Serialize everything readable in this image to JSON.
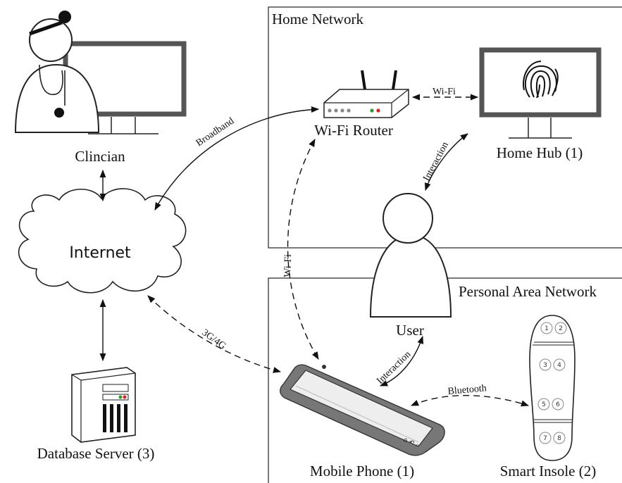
{
  "regions": {
    "home_network": "Home Network",
    "personal_area_network": "Personal Area Network"
  },
  "nodes": {
    "clinician": "Clincian",
    "internet": "Internet",
    "database_server": "Database Server (3)",
    "wifi_router": "Wi-Fi Router",
    "home_hub": "Home Hub (1)",
    "user": "User",
    "mobile_phone": "Mobile Phone (1)",
    "smart_insole": "Smart Insole (2)"
  },
  "edges": {
    "broadband": "Broadband",
    "router_hub": "Wi-Fi",
    "hub_user": "Interaction",
    "router_phone": "Wi-Fi",
    "internet_phone": "3G/4G",
    "phone_user": "Interaction",
    "phone_insole": "Bluetooth"
  },
  "insole_sensors": [
    "1",
    "2",
    "3",
    "4",
    "5",
    "6",
    "7",
    "8"
  ],
  "icons": [
    "clinician-icon",
    "monitor-icon",
    "cloud-icon",
    "server-icon",
    "router-icon",
    "fingerprint-icon",
    "user-icon",
    "phone-icon",
    "insole-icon"
  ]
}
